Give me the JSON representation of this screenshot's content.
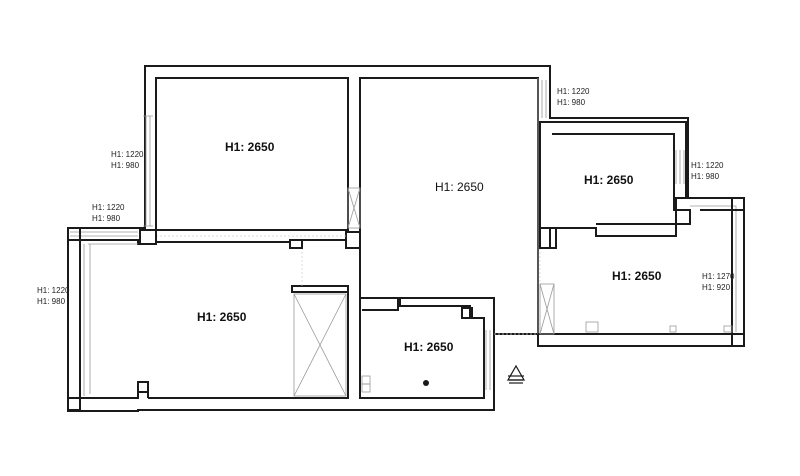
{
  "rooms": [
    {
      "label": "H1: 2650"
    },
    {
      "label": "H1: 2650"
    },
    {
      "label": "H1: 2650"
    },
    {
      "label": "H1: 2650"
    },
    {
      "label": "H1: 2650"
    },
    {
      "label": "H1: 2650"
    }
  ],
  "windows": [
    {
      "h1": "H1: 1220",
      "h2": "H1: 980"
    },
    {
      "h1": "H1: 1220",
      "h2": "H1: 980"
    },
    {
      "h1": "H1: 1220",
      "h2": "H1: 980"
    },
    {
      "h1": "H1: 1220",
      "h2": "H1: 980"
    },
    {
      "h1": "H1: 1220",
      "h2": "H1: 980"
    },
    {
      "h1": "H1: 1270",
      "h2": "H1: 920"
    }
  ],
  "icons": {
    "entrance": "entrance-arrow-icon"
  }
}
